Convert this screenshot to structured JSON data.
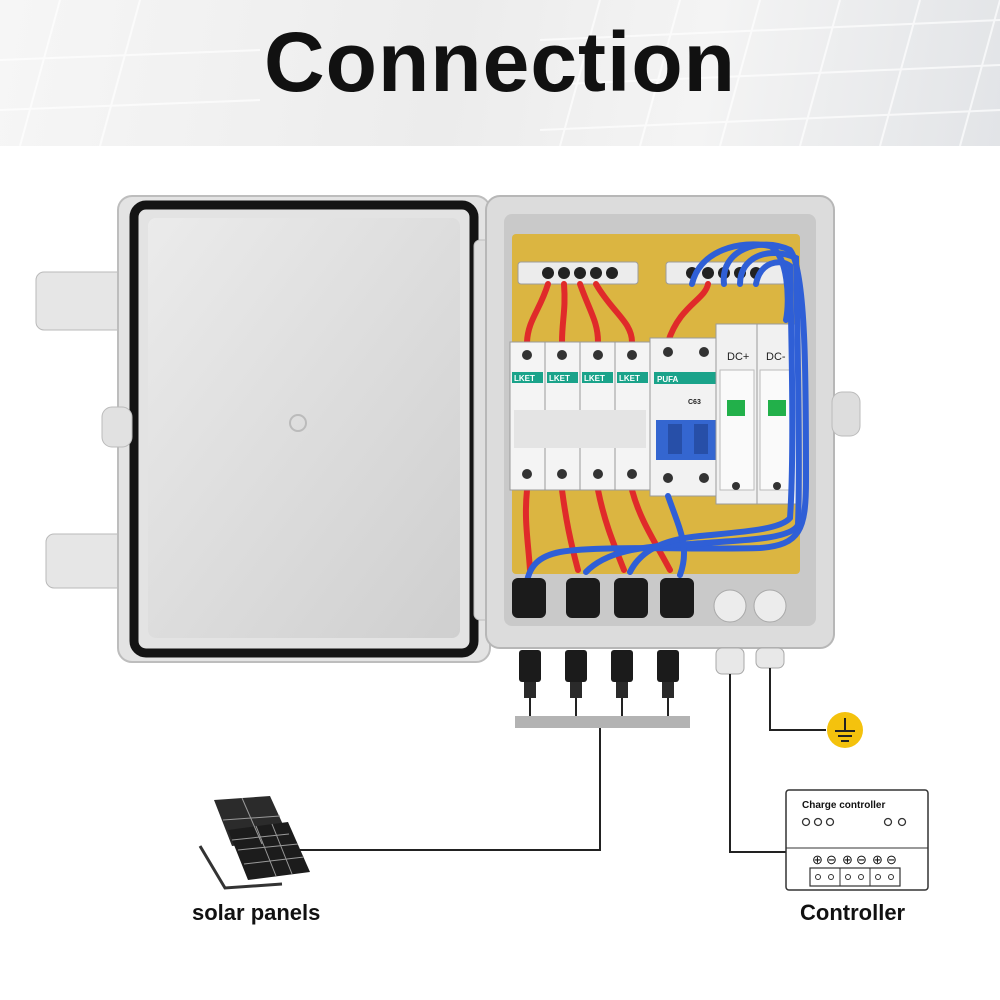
{
  "title": "Connection",
  "captions": {
    "solar": "solar panels",
    "controller": "Controller"
  },
  "box": {
    "breaker_brand": "LKET",
    "dc_breaker_brand": "PUFA",
    "dc_breaker_rating": "C63",
    "spd_labels": [
      "DC+",
      "DC-"
    ]
  },
  "controller_device": {
    "label": "Charge controller",
    "terminal_symbols": [
      "⊕",
      "⊖",
      "⊕",
      "⊖",
      "⊕",
      "⊖"
    ]
  },
  "colors": {
    "red_wire": "#e02a2a",
    "blue_wire": "#2f5fd6",
    "backplate": "#dbb541",
    "ground": "#f4c20d",
    "breaker_blue": "#3466d0"
  },
  "icons": [
    "ground-icon",
    "solar-panel-icon",
    "charge-controller-icon"
  ]
}
